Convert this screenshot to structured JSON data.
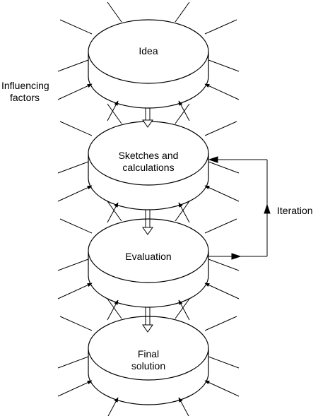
{
  "diagram": {
    "stages": [
      {
        "lines": [
          "Idea"
        ]
      },
      {
        "lines": [
          "Sketches and",
          "calculations"
        ]
      },
      {
        "lines": [
          "Evaluation"
        ]
      },
      {
        "lines": [
          "Final",
          "solution"
        ]
      }
    ],
    "influencing_factors": [
      "Influencing",
      "factors"
    ],
    "iteration": "Iteration",
    "colors": {
      "stroke": "#000000",
      "fill": "#ffffff",
      "text": "#000000"
    }
  }
}
